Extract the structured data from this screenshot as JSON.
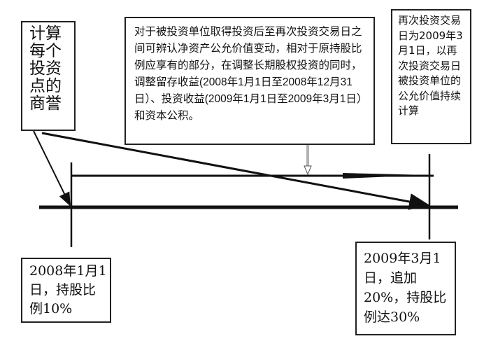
{
  "left_note": "计算每个投资点的商誉",
  "main_note": "对于被投资单位取得投资后至再次投资交易日之间可辨认净资产公允价值变动，相对于原持股比例应享有的部分，在调整长期股权投资的同时，调整留存收益(2008年1月1日至2008年12月31日）、投资收益(2009年1月1日至2009年3月1日）和资本公积。",
  "right_note": "再次投资交易日为2009年3月1日，以再次投资交易日被投资单位的公允价值持续计算",
  "start_point": "2008年1月1日，持股比例10%",
  "end_point": "2009年3月1日，追加20%，持股比例达30%"
}
